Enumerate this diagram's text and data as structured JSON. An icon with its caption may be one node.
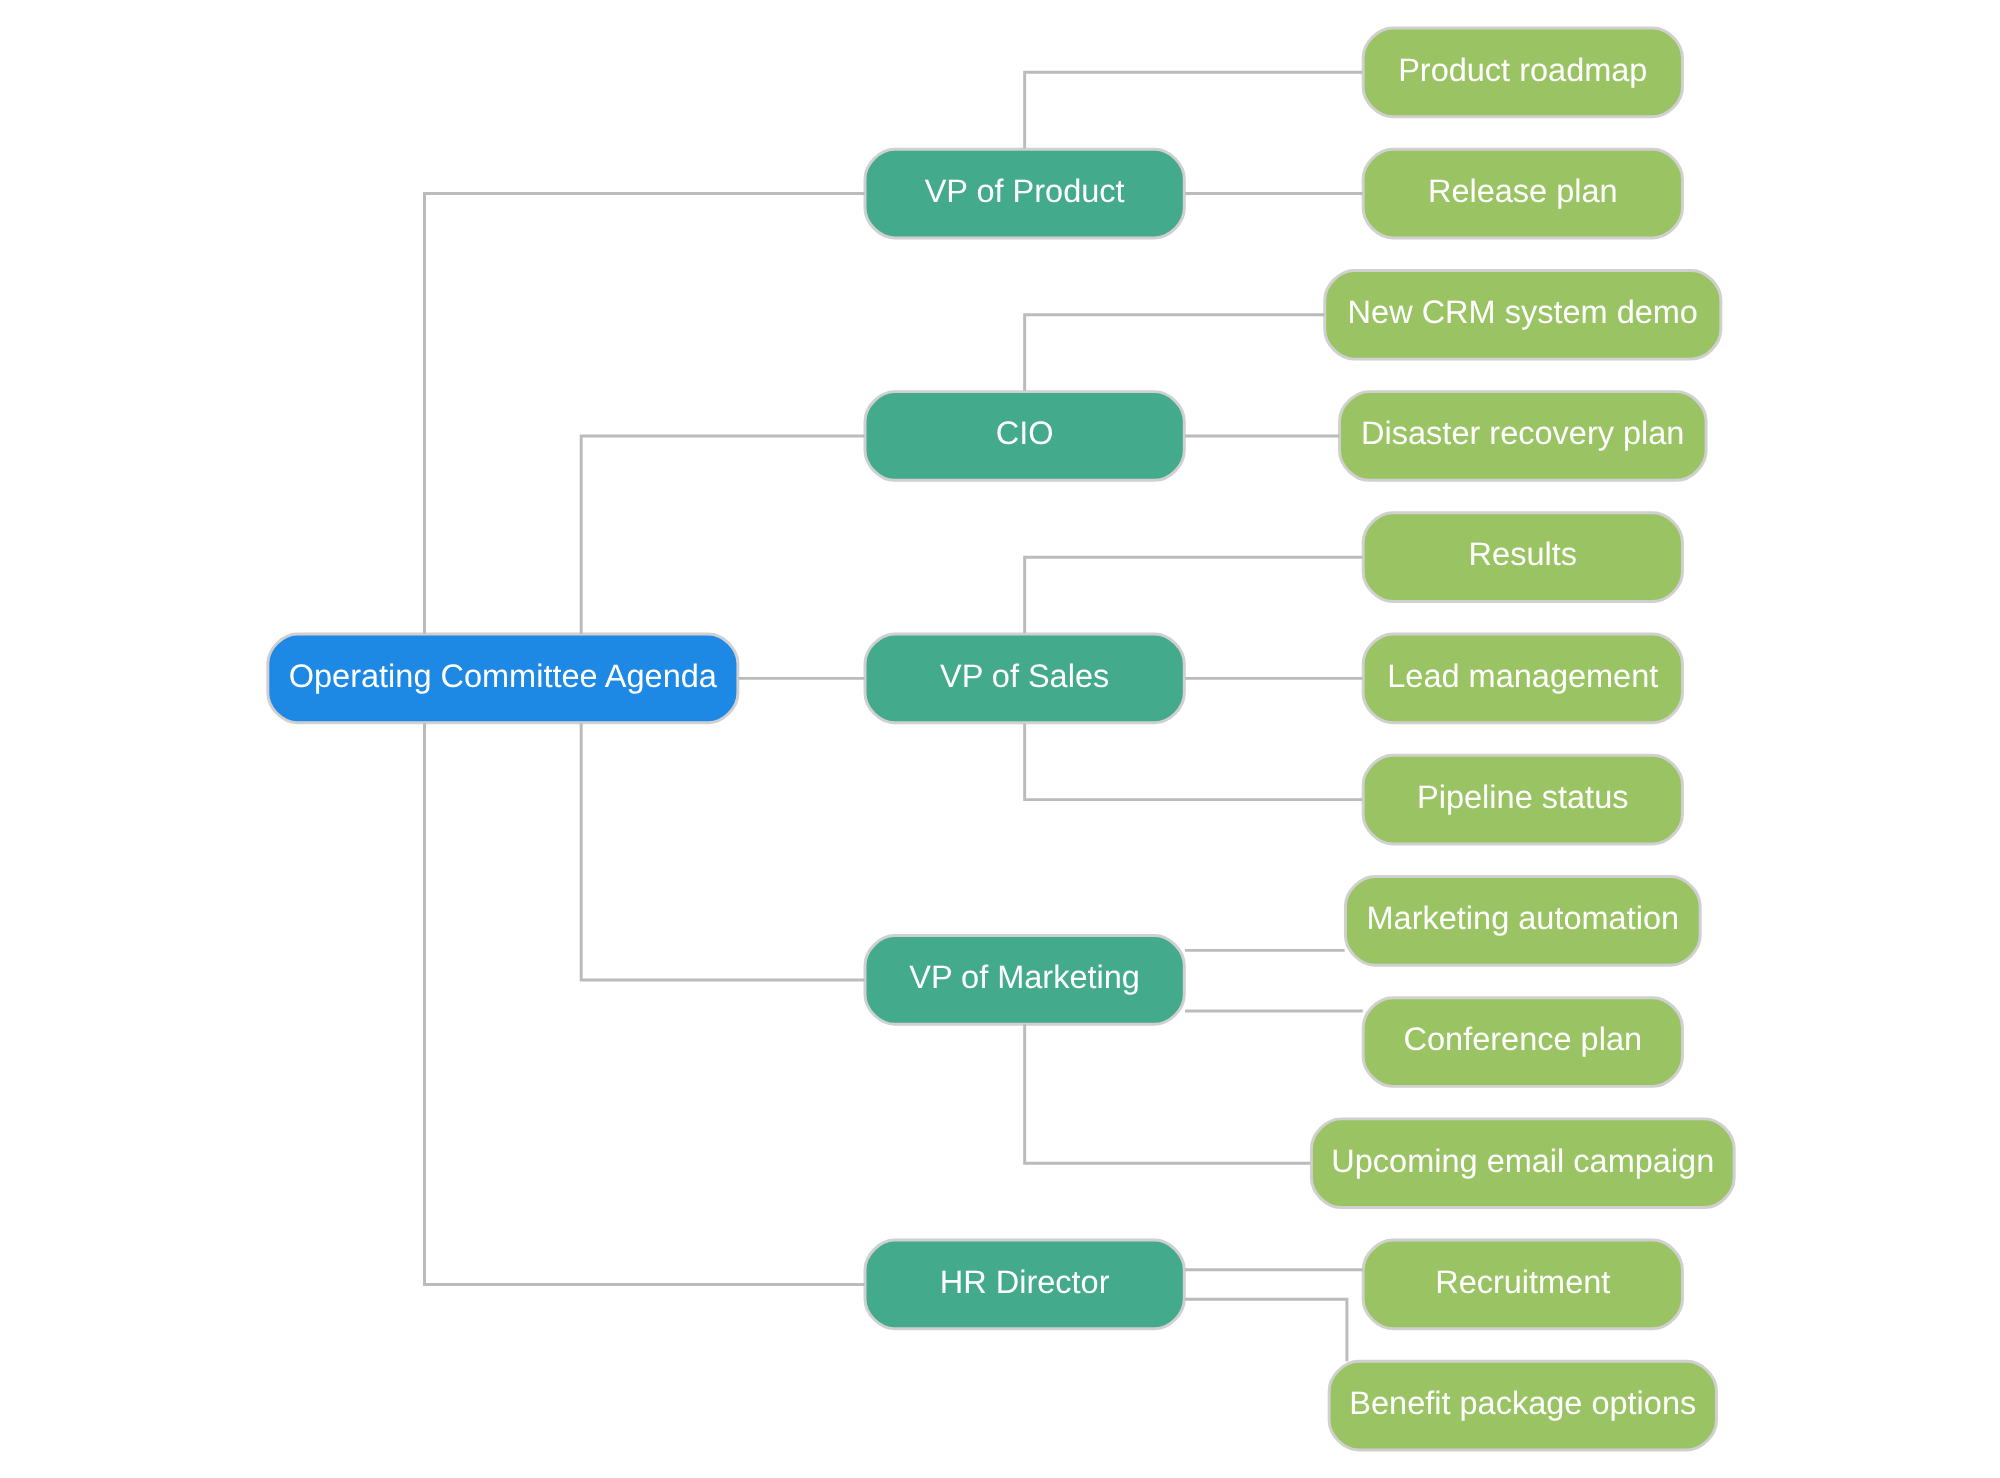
{
  "diagram": {
    "nodes": [
      {
        "text": [
          "Operating Committee Agenda"
        ]
      },
      {
        "text": [
          "VP of Product"
        ]
      },
      {
        "text": [
          "Product roadmap"
        ]
      },
      {
        "text": [
          "Release plan"
        ]
      },
      {
        "text": [
          "CIO"
        ]
      },
      {
        "text": [
          "New CRM system demo"
        ]
      },
      {
        "text": [
          "Disaster recovery plan"
        ]
      },
      {
        "text": [
          "VP of Sales"
        ]
      },
      {
        "text": [
          "Results"
        ]
      },
      {
        "text": [
          "Lead management"
        ]
      },
      {
        "text": [
          "Pipeline status"
        ]
      },
      {
        "text": [
          "VP of Marketing"
        ]
      },
      {
        "text": [
          "Marketing automation"
        ]
      },
      {
        "text": [
          "Conference plan"
        ]
      },
      {
        "text": [
          "Upcoming email campaign"
        ]
      },
      {
        "text": [
          "HR Director"
        ]
      },
      {
        "text": [
          "Recruitment"
        ]
      },
      {
        "text": [
          "Benefit package options"
        ]
      }
    ],
    "edges": [
      {
        "from": 0,
        "to": 1,
        "arrow": "none"
      },
      {
        "from": 0,
        "to": 4,
        "arrow": "none"
      },
      {
        "from": 0,
        "to": 7,
        "arrow": "none"
      },
      {
        "from": 0,
        "to": 11,
        "arrow": "none"
      },
      {
        "from": 0,
        "to": 15,
        "arrow": "none"
      },
      {
        "from": 1,
        "to": 2,
        "arrow": "none"
      },
      {
        "from": 1,
        "to": 3,
        "arrow": "none"
      },
      {
        "from": 4,
        "to": 5,
        "arrow": "none"
      },
      {
        "from": 4,
        "to": 6,
        "arrow": "none"
      },
      {
        "from": 7,
        "to": 8,
        "arrow": "none"
      },
      {
        "from": 7,
        "to": 9,
        "arrow": "none"
      },
      {
        "from": 7,
        "to": 10,
        "arrow": "none"
      },
      {
        "from": 11,
        "to": 12,
        "arrow": "none"
      },
      {
        "from": 11,
        "to": 13,
        "arrow": "none"
      },
      {
        "from": 11,
        "to": 14,
        "arrow": "none"
      },
      {
        "from": 15,
        "to": 16,
        "arrow": "none"
      },
      {
        "from": 15,
        "to": 17,
        "arrow": "none"
      }
    ]
  }
}
